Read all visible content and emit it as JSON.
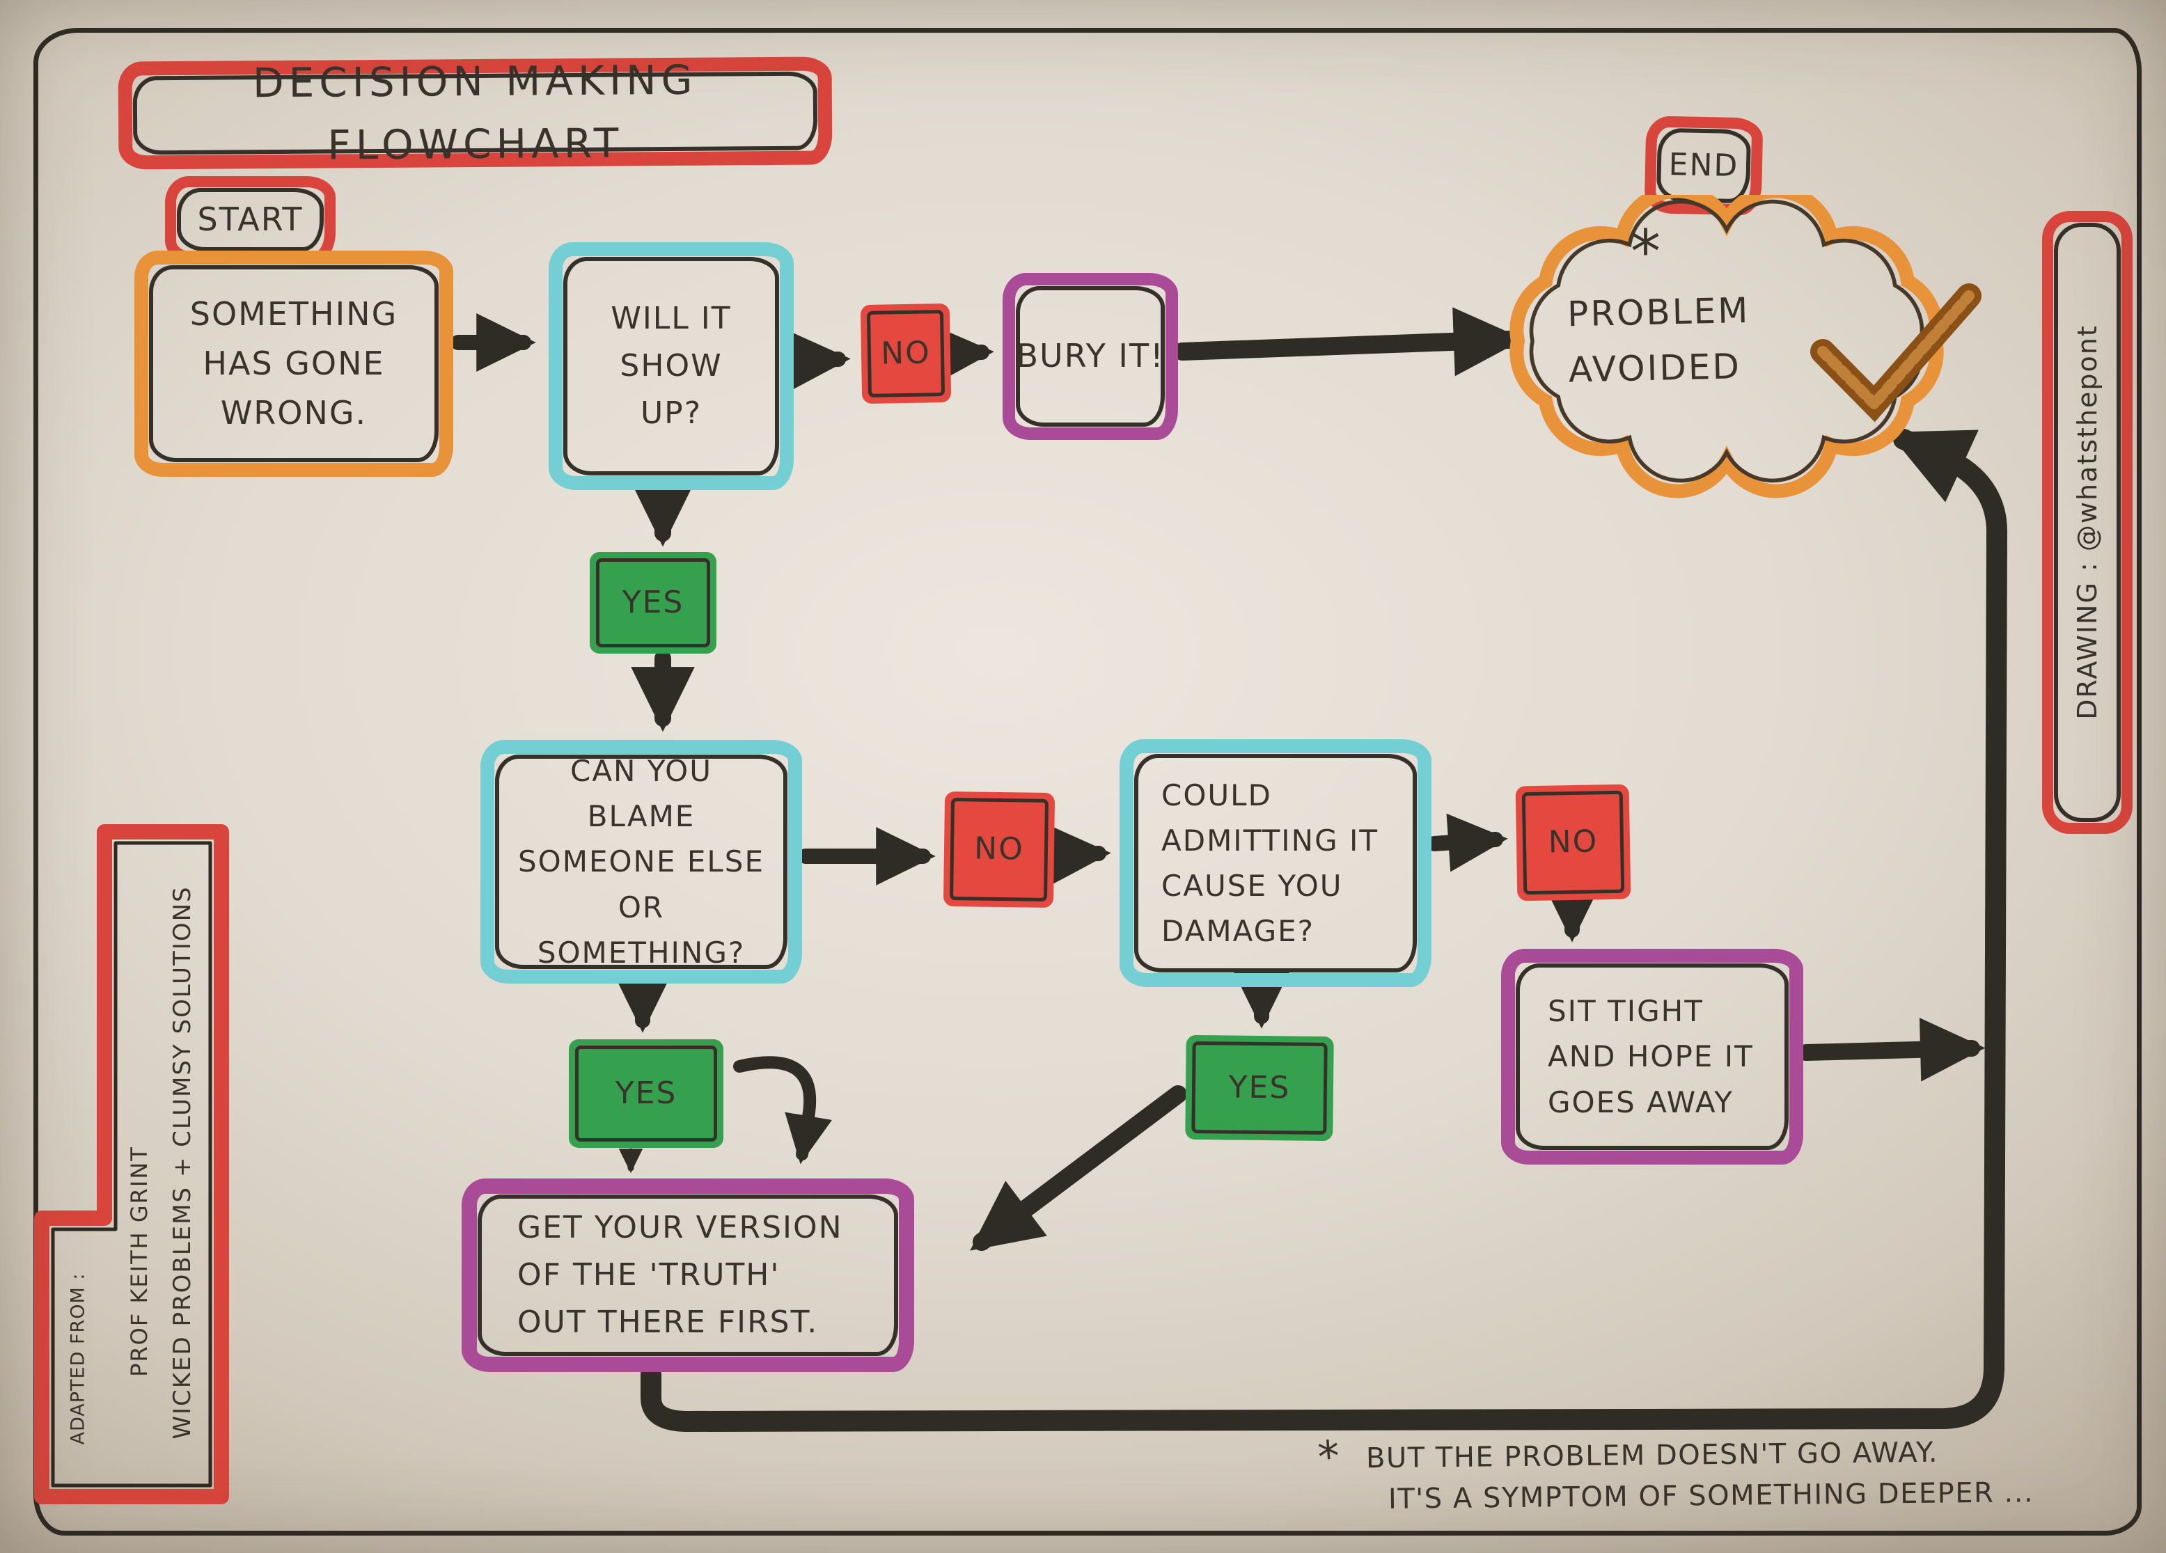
{
  "title": "DECISION MAKING FLOWCHART",
  "start_label": "START",
  "end_label": "END",
  "labels": {
    "yes": "YES",
    "no": "NO"
  },
  "nodes": {
    "something_wrong": {
      "text": "SOMETHING HAS GONE WRONG."
    },
    "will_it_show_up": {
      "text": "WILL IT SHOW UP?"
    },
    "bury_it": {
      "text": "BURY IT!"
    },
    "problem_avoided": {
      "text": "PROBLEM AVOIDED",
      "mark": "*",
      "check_icon": "orange-check"
    },
    "can_you_blame": {
      "text": "CAN YOU BLAME SOMEONE ELSE OR SOMETHING?"
    },
    "could_admitting": {
      "text": "COULD ADMITTING IT CAUSE YOU DAMAGE?"
    },
    "sit_tight": {
      "text": "SIT TIGHT AND HOPE IT GOES AWAY"
    },
    "get_your_version": {
      "text": "GET YOUR VERSION OF THE 'TRUTH' OUT THERE FIRST."
    }
  },
  "side_notes": {
    "credit": "DRAWING : @whatsthepont",
    "adapted_line1": "ADAPTED FROM :",
    "adapted_line2": "PROF KEITH GRINT",
    "adapted_line3": "WICKED PROBLEMS + CLUMSY SOLUTIONS"
  },
  "footnote": {
    "star": "*",
    "line1": "BUT THE PROBLEM DOESN'T GO AWAY.",
    "line2": "IT'S A SYMPTOM OF SOMETHING DEEPER ..."
  },
  "colors": {
    "red": "#d9453c",
    "orange": "#e8923a",
    "cyan": "#74cfd4",
    "purple": "#a94b97",
    "green": "#35a14f",
    "ink": "#35302a"
  }
}
